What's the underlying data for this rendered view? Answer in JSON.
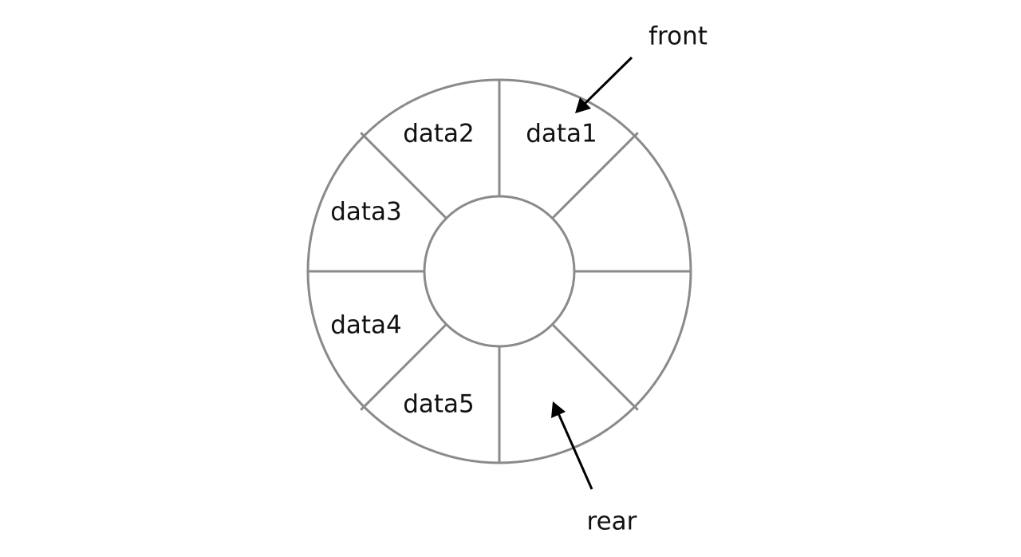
{
  "queue": {
    "slots": [
      {
        "id": "slot-0",
        "label": "data1"
      },
      {
        "id": "slot-1",
        "label": ""
      },
      {
        "id": "slot-2",
        "label": ""
      },
      {
        "id": "slot-3",
        "label": ""
      },
      {
        "id": "slot-4",
        "label": "data5"
      },
      {
        "id": "slot-5",
        "label": "data4"
      },
      {
        "id": "slot-6",
        "label": "data3"
      },
      {
        "id": "slot-7",
        "label": "data2"
      }
    ],
    "pointers": {
      "front": {
        "label": "front",
        "points_to": "slot-0"
      },
      "rear": {
        "label": "rear",
        "points_to": "slot-3"
      }
    }
  },
  "colors": {
    "ring": "#8a8a8e",
    "text": "#111111",
    "arrow": "#000000"
  }
}
